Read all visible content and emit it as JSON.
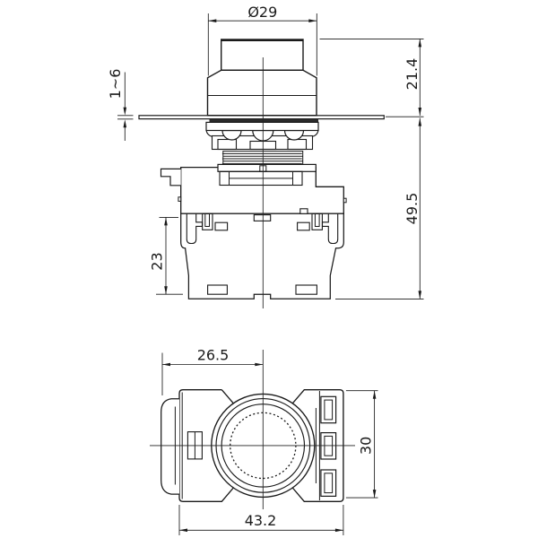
{
  "page": {
    "background": "#ffffff",
    "line_color": "#1a1a1a",
    "gasket_color": "#2b2b2b"
  },
  "dims": {
    "cap_diameter": "Ø29",
    "height_above_panel": "21.4",
    "panel_thickness": "1~6",
    "height_below_panel": "49.5",
    "contact_block_height": "23",
    "center_offset": "26.5",
    "body_height": "30",
    "body_width": "43.2"
  }
}
